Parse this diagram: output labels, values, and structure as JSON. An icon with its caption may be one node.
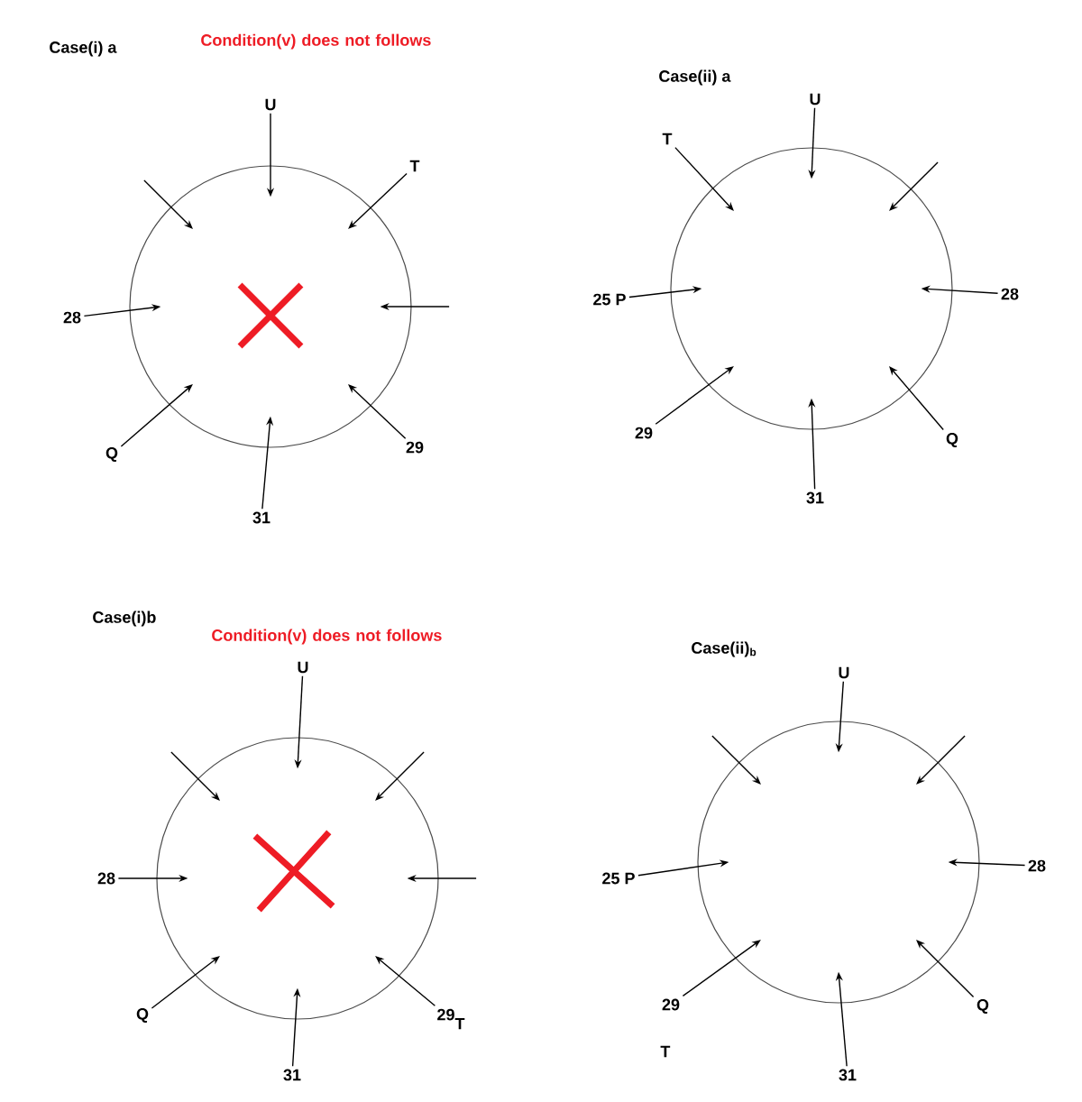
{
  "diagram": {
    "nodes": [
      {
        "text": [],
        "shape": "circle"
      },
      {
        "text": [
          "U"
        ]
      },
      {
        "text": [
          "T"
        ]
      },
      {
        "text": [
          "28"
        ]
      },
      {
        "text": [
          "29"
        ]
      },
      {
        "text": [
          "Q"
        ]
      },
      {
        "text": [
          "31"
        ]
      },
      {
        "text": [],
        "shape": "circle"
      },
      {
        "text": [
          "U"
        ]
      },
      {
        "text": [
          "T"
        ]
      },
      {
        "text": [
          "25 P"
        ]
      },
      {
        "text": [
          "28"
        ]
      },
      {
        "text": [
          "29"
        ]
      },
      {
        "text": [
          "Q"
        ]
      },
      {
        "text": [
          "31"
        ]
      },
      {
        "text": [],
        "shape": "circle"
      },
      {
        "text": [
          "U"
        ]
      },
      {
        "text": [
          "28"
        ]
      },
      {
        "text": [
          "29",
          "T"
        ]
      },
      {
        "text": [
          "Q"
        ]
      },
      {
        "text": [
          "31"
        ]
      },
      {
        "text": [],
        "shape": "circle"
      },
      {
        "text": [
          "U"
        ]
      },
      {
        "text": [
          "25 P"
        ]
      },
      {
        "text": [
          "28"
        ]
      },
      {
        "text": [
          "29"
        ]
      },
      {
        "text": [
          "Q"
        ]
      },
      {
        "text": [
          "31"
        ]
      }
    ],
    "edges": [
      {
        "from": 1,
        "to": 0,
        "arrow": "to"
      },
      {
        "from": 2,
        "to": 0,
        "arrow": "to"
      },
      {
        "from": null,
        "to": 0,
        "arrow": "to"
      },
      {
        "from": 4,
        "to": 0,
        "arrow": "to"
      },
      {
        "from": 6,
        "to": 0,
        "arrow": "to"
      },
      {
        "from": 5,
        "to": 0,
        "arrow": "to"
      },
      {
        "from": 3,
        "to": 0,
        "arrow": "to"
      },
      {
        "from": null,
        "to": 0,
        "arrow": "to"
      },
      {
        "from": 8,
        "to": 7,
        "arrow": "to"
      },
      {
        "from": null,
        "to": 7,
        "arrow": "to"
      },
      {
        "from": 11,
        "to": 7,
        "arrow": "to"
      },
      {
        "from": 13,
        "to": 7,
        "arrow": "to"
      },
      {
        "from": 14,
        "to": 7,
        "arrow": "to"
      },
      {
        "from": 12,
        "to": 7,
        "arrow": "to"
      },
      {
        "from": 10,
        "to": 7,
        "arrow": "to"
      },
      {
        "from": 9,
        "to": 7,
        "arrow": "to"
      },
      {
        "from": 16,
        "to": 15,
        "arrow": "to"
      },
      {
        "from": null,
        "to": 15,
        "arrow": "to"
      },
      {
        "from": null,
        "to": 15,
        "arrow": "to"
      },
      {
        "from": 18,
        "to": 15,
        "arrow": "to"
      },
      {
        "from": 20,
        "to": 15,
        "arrow": "to"
      },
      {
        "from": 19,
        "to": 15,
        "arrow": "to"
      },
      {
        "from": 17,
        "to": 15,
        "arrow": "to"
      },
      {
        "from": null,
        "to": 15,
        "arrow": "to"
      },
      {
        "from": 22,
        "to": 21,
        "arrow": "to"
      },
      {
        "from": null,
        "to": 21,
        "arrow": "to"
      },
      {
        "from": 24,
        "to": 21,
        "arrow": "to"
      },
      {
        "from": 26,
        "to": 21,
        "arrow": "to"
      },
      {
        "from": 27,
        "to": 21,
        "arrow": "to"
      },
      {
        "from": 25,
        "to": 21,
        "arrow": "to"
      },
      {
        "from": 23,
        "to": 21,
        "arrow": "to"
      },
      {
        "from": null,
        "to": 21,
        "arrow": "to"
      }
    ],
    "labels": [
      "Case(i) a",
      "Condition(v) does not follows",
      "Case(ii) a",
      "Case(i)b",
      "Condition(v) does not follows",
      "Case(ii)$_{b}$",
      "T"
    ]
  }
}
